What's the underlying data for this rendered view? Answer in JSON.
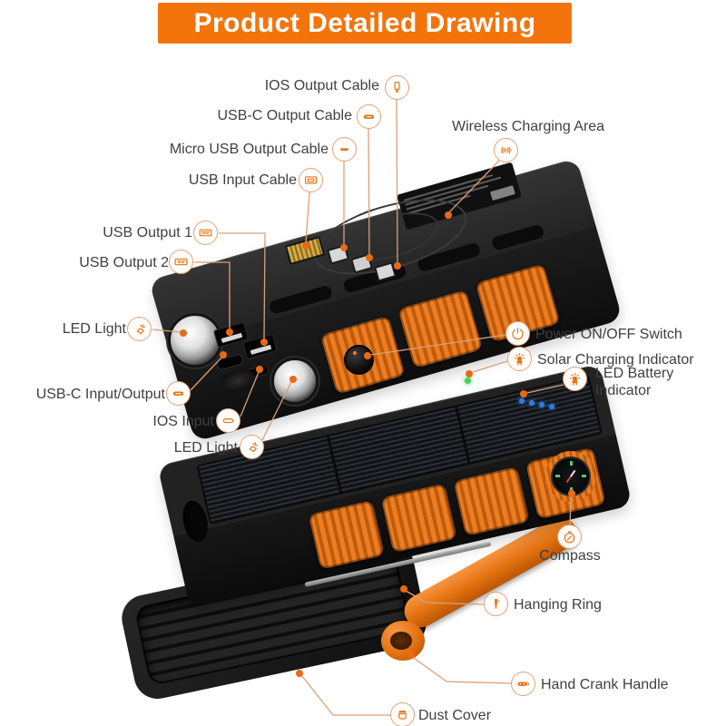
{
  "title": {
    "label": "Product Detailed Drawing"
  },
  "colors": {
    "banner": "#F4740C",
    "accent": "#E8700F",
    "label_text": "#404040",
    "leader_line": "#D8A078",
    "bumper_orange": "#ED7D23",
    "device_black": "#1A1A1A",
    "battery_led": "#2F7CE0",
    "solar_led": "#47CF5A"
  },
  "callouts": {
    "ios_output_cable": {
      "label": "IOS Output Cable",
      "icon": "lightning-connector-icon"
    },
    "usb_c_output_cable": {
      "label": "USB-C Output Cable",
      "icon": "usb-c-plug-icon"
    },
    "micro_usb_output_cable": {
      "label": "Micro USB Output Cable",
      "icon": "micro-usb-plug-icon"
    },
    "usb_input_cable": {
      "label": "USB Input Cable",
      "icon": "usb-port-icon"
    },
    "wireless_charging_area": {
      "label": "Wireless Charging Area",
      "icon": "wireless-charging-icon"
    },
    "usb_output_1": {
      "label": "USB Output 1",
      "icon": "usb-port-icon"
    },
    "usb_output_2": {
      "label": "USB Output 2",
      "icon": "usb-port-icon"
    },
    "led_light_front": {
      "label": "LED Light",
      "icon": "flashlight-icon"
    },
    "power_switch": {
      "label": "Power ON/OFF Switch",
      "icon": "power-icon"
    },
    "solar_charging_indicator": {
      "label": "Solar Charging Indicator",
      "icon": "led-indicator-icon"
    },
    "led_battery_indicator": {
      "label": "LED Battery Indicator",
      "icon": "led-indicator-icon"
    },
    "usb_c_input_output": {
      "label": "USB-C Input/Output",
      "icon": "usb-c-plug-icon"
    },
    "ios_input": {
      "label": "IOS Input",
      "icon": "lightning-pill-icon"
    },
    "led_light_lower": {
      "label": "LED Light",
      "icon": "flashlight-icon"
    },
    "compass": {
      "label": "Compass",
      "icon": "compass-icon"
    },
    "hanging_ring": {
      "label": "Hanging Ring",
      "icon": "hanging-pin-icon"
    },
    "hand_crank_handle": {
      "label": "Hand Crank Handle",
      "icon": "crank-icon"
    },
    "dust_cover": {
      "label": "Dust Cover",
      "icon": "dust-cover-icon"
    }
  },
  "indicators": {
    "battery_led_count": 4,
    "battery_led_color": "#2F7CE0",
    "solar_led_color": "#47CF5A"
  }
}
